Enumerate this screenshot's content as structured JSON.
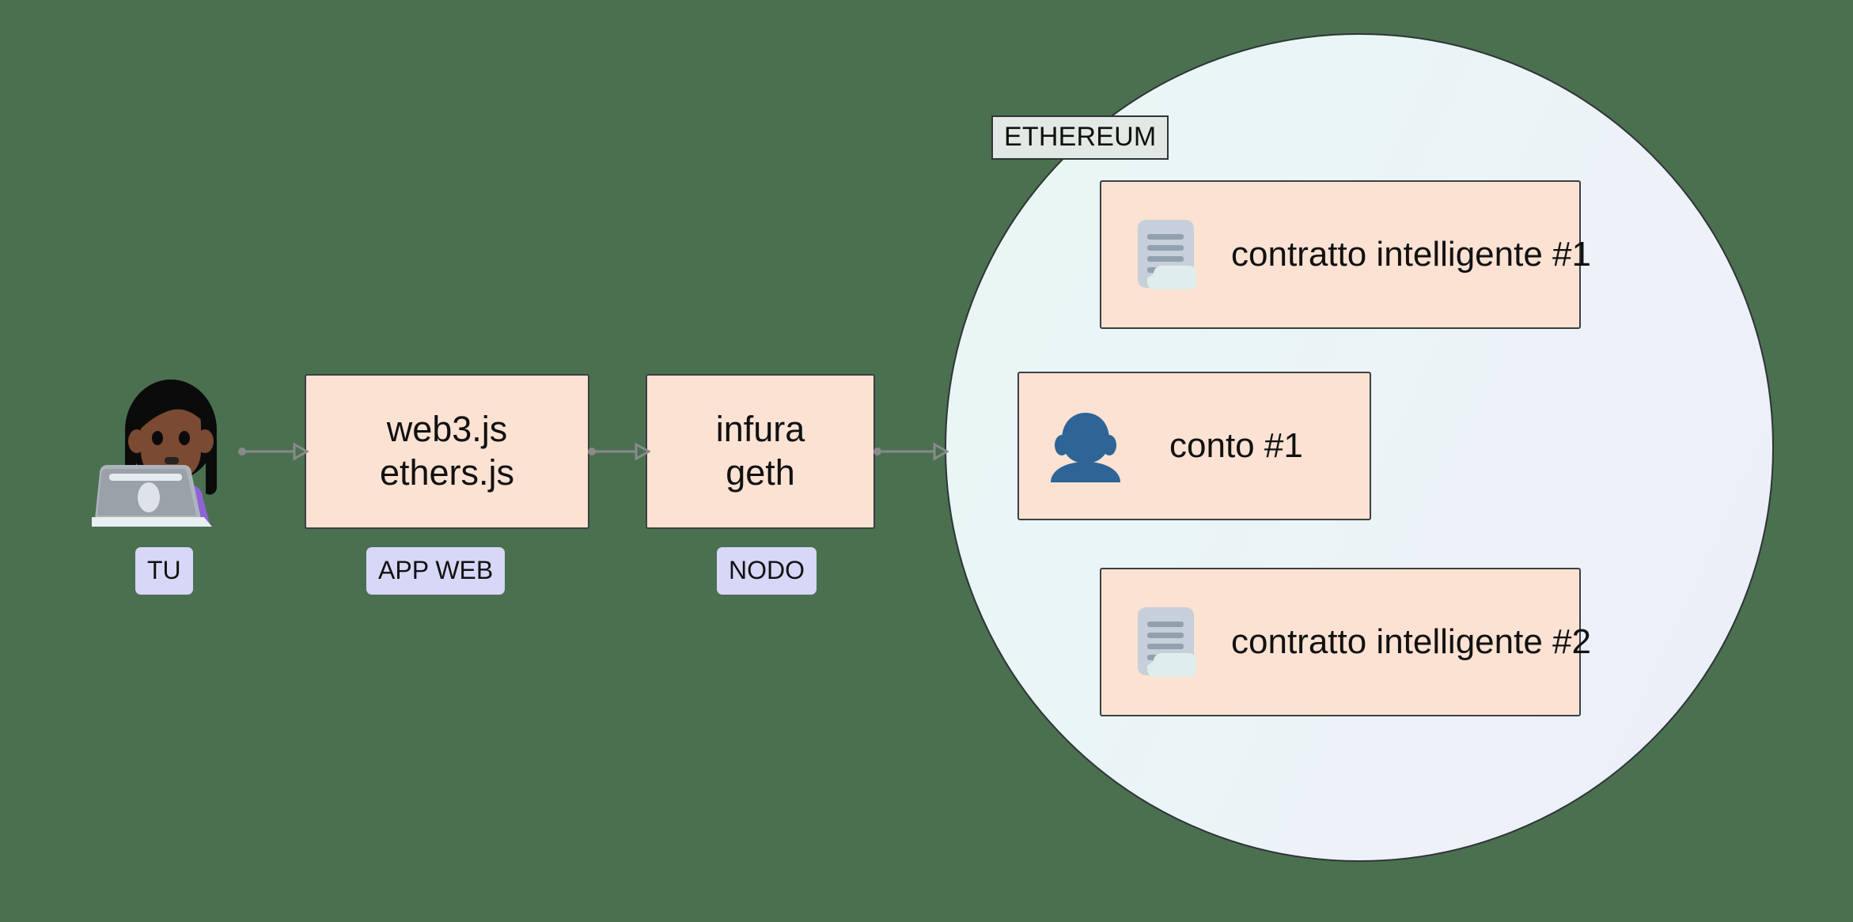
{
  "diagram": {
    "title": "Ethereum dApp architecture flow",
    "background_color": "#4a7050"
  },
  "flow": {
    "actor": {
      "icon": "woman-technologist-emoji",
      "glyph": "👩🏿‍💻",
      "caption": "TU"
    },
    "steps": [
      {
        "id": "webapp",
        "lines": [
          "web3.js",
          "ethers.js"
        ],
        "caption": "APP WEB",
        "fill": "#fbe2d3"
      },
      {
        "id": "node",
        "lines": [
          "infura",
          "geth"
        ],
        "caption": "NODO",
        "fill": "#fbe2d3"
      }
    ],
    "arrows": [
      {
        "id": "actor-to-webapp",
        "from": "TU",
        "to": "APP WEB"
      },
      {
        "id": "webapp-to-node",
        "from": "APP WEB",
        "to": "NODO"
      },
      {
        "id": "node-to-ethereum",
        "from": "NODO",
        "to": "ETHEREUM"
      }
    ],
    "arrow_color": "#8a8a8a"
  },
  "ethereum": {
    "tag_label": "ETHEREUM",
    "tag_fill": "#e2e9e4",
    "circle_gradient_start": "#e9f6f4",
    "circle_gradient_end": "#e9edf8",
    "items": [
      {
        "id": "contract-1",
        "label": "contratto intelligente #1",
        "icon": "document-icon"
      },
      {
        "id": "account-1",
        "label": "conto #1",
        "icon": "person-icon",
        "icon_color": "#2e6496"
      },
      {
        "id": "contract-2",
        "label": "contratto intelligente #2",
        "icon": "document-icon"
      }
    ]
  }
}
